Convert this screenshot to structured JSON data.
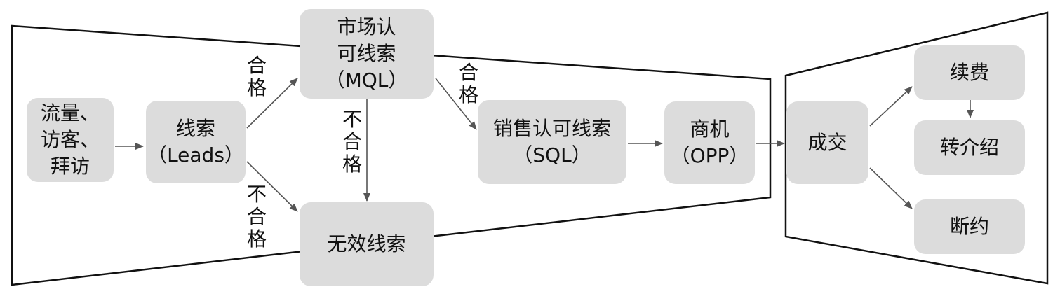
{
  "nodes": {
    "traffic": [
      "流量、",
      "访客、",
      "拜访"
    ],
    "leads": [
      "线索",
      "（Leads）"
    ],
    "mql": [
      "市场认",
      "可线索",
      "（MQL）"
    ],
    "invalid": [
      "无效线索"
    ],
    "sql": [
      "销售认可线索",
      "（SQL）"
    ],
    "opp": [
      "商机",
      "（OPP）"
    ],
    "deal": [
      "成交"
    ],
    "renew": [
      "续费"
    ],
    "referral": [
      "转介绍"
    ],
    "churn": [
      "断约"
    ]
  },
  "labels": {
    "leads_to_mql": [
      "合",
      "格"
    ],
    "leads_to_invalid": [
      "不",
      "合",
      "格"
    ],
    "mql_to_invalid": [
      "不",
      "合",
      "格"
    ],
    "mql_to_sql": [
      "合",
      "格"
    ]
  }
}
